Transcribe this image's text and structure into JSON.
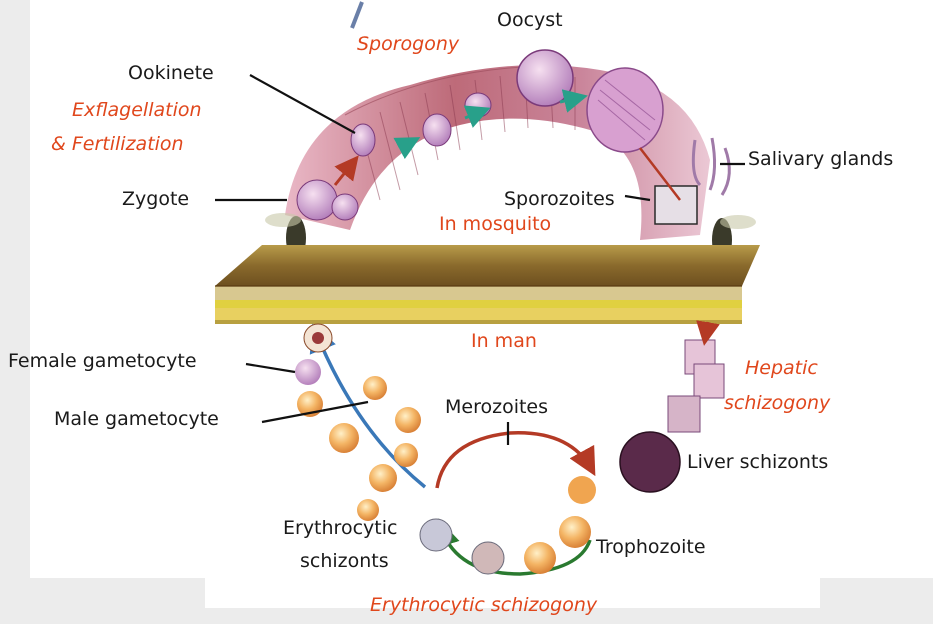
{
  "labels": {
    "sporogony": "Sporogony",
    "oocyst": "Oocyst",
    "ookinete": "Ookinete",
    "exflagellation_line1": "Exflagellation",
    "exflagellation_line2": "& Fertilization",
    "salivary_glands": "Salivary glands",
    "zygote": "Zygote",
    "sporozoites": "Sporozoites",
    "in_mosquito": "In mosquito",
    "in_man": "In man",
    "female_gametocyte": "Female gametocyte",
    "male_gametocyte": "Male gametocyte",
    "hepatic_line1": "Hepatic",
    "hepatic_line2": "schizogony",
    "merozoites": "Merozoites",
    "liver_schizonts": "Liver schizonts",
    "erythrocytic_schizonts_line1": "Erythrocytic",
    "erythrocytic_schizonts_line2": "schizonts",
    "trophozoite": "Trophozoite",
    "erythrocytic_schizogony": "Erythrocytic schizogony"
  },
  "colors": {
    "label_text": "#1a1a1a",
    "stage_text": "#e0471c",
    "background": "#ececec",
    "panel": "#ffffff",
    "skin": "#8a6a2c",
    "gut_tissue": "#c06a82",
    "blood_cells": "#f0a550",
    "cycle_arrow_red": "#b43a25",
    "cycle_arrow_green": "#2a7a30",
    "cycle_arrow_blue": "#3a78b8"
  }
}
